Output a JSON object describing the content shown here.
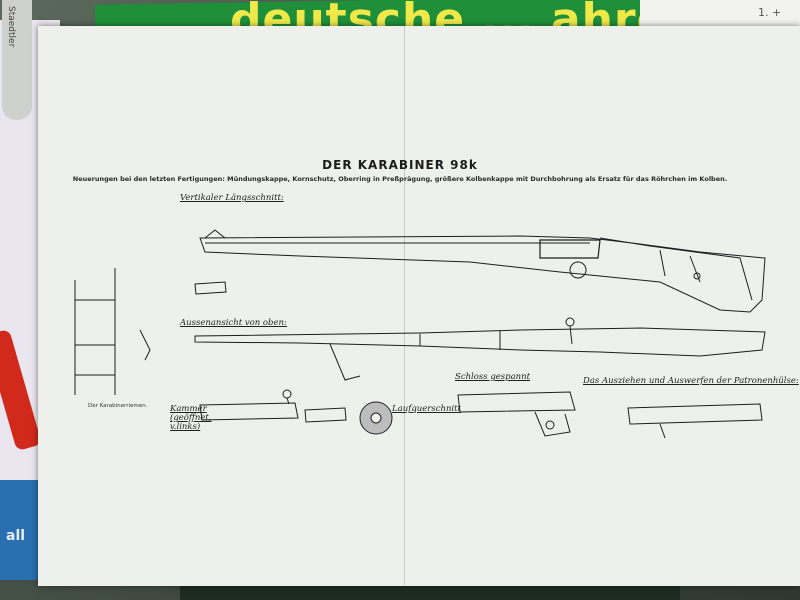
{
  "background": {
    "book_title": "deutsche ... ahre",
    "pen_label": "Staedtler",
    "box_text": "all",
    "note": "1. +"
  },
  "document": {
    "title": "DER KARABINER 98k",
    "subtitle": "Neuerungen bei den letzten Fertigungen: Mündungskappe, Kornschutz, Oberring in Preßprägung, größere Kolbenkappe mit Durchbohrung als Ersatz für das Röhrchen im Kolben.",
    "sections": {
      "vertical": "Vertikaler Längsschnitt:",
      "outer": "Aussenansicht von oben:",
      "bolt_cocked": "Schloss gespannt",
      "extraction": "Das Ausziehen und Auswerfen der Patronenhülse:",
      "bolt_open": "Kammer (geöffnet, v.links)",
      "barrel_section": "Laufquerschnitt",
      "bayonet_caption": "Der Karabinerriemen."
    }
  },
  "colors": {
    "paper": "#eef0ec",
    "ink": "#1d1d1d",
    "book_green": "#1f8f3a",
    "book_yellow": "#f0e94a"
  }
}
